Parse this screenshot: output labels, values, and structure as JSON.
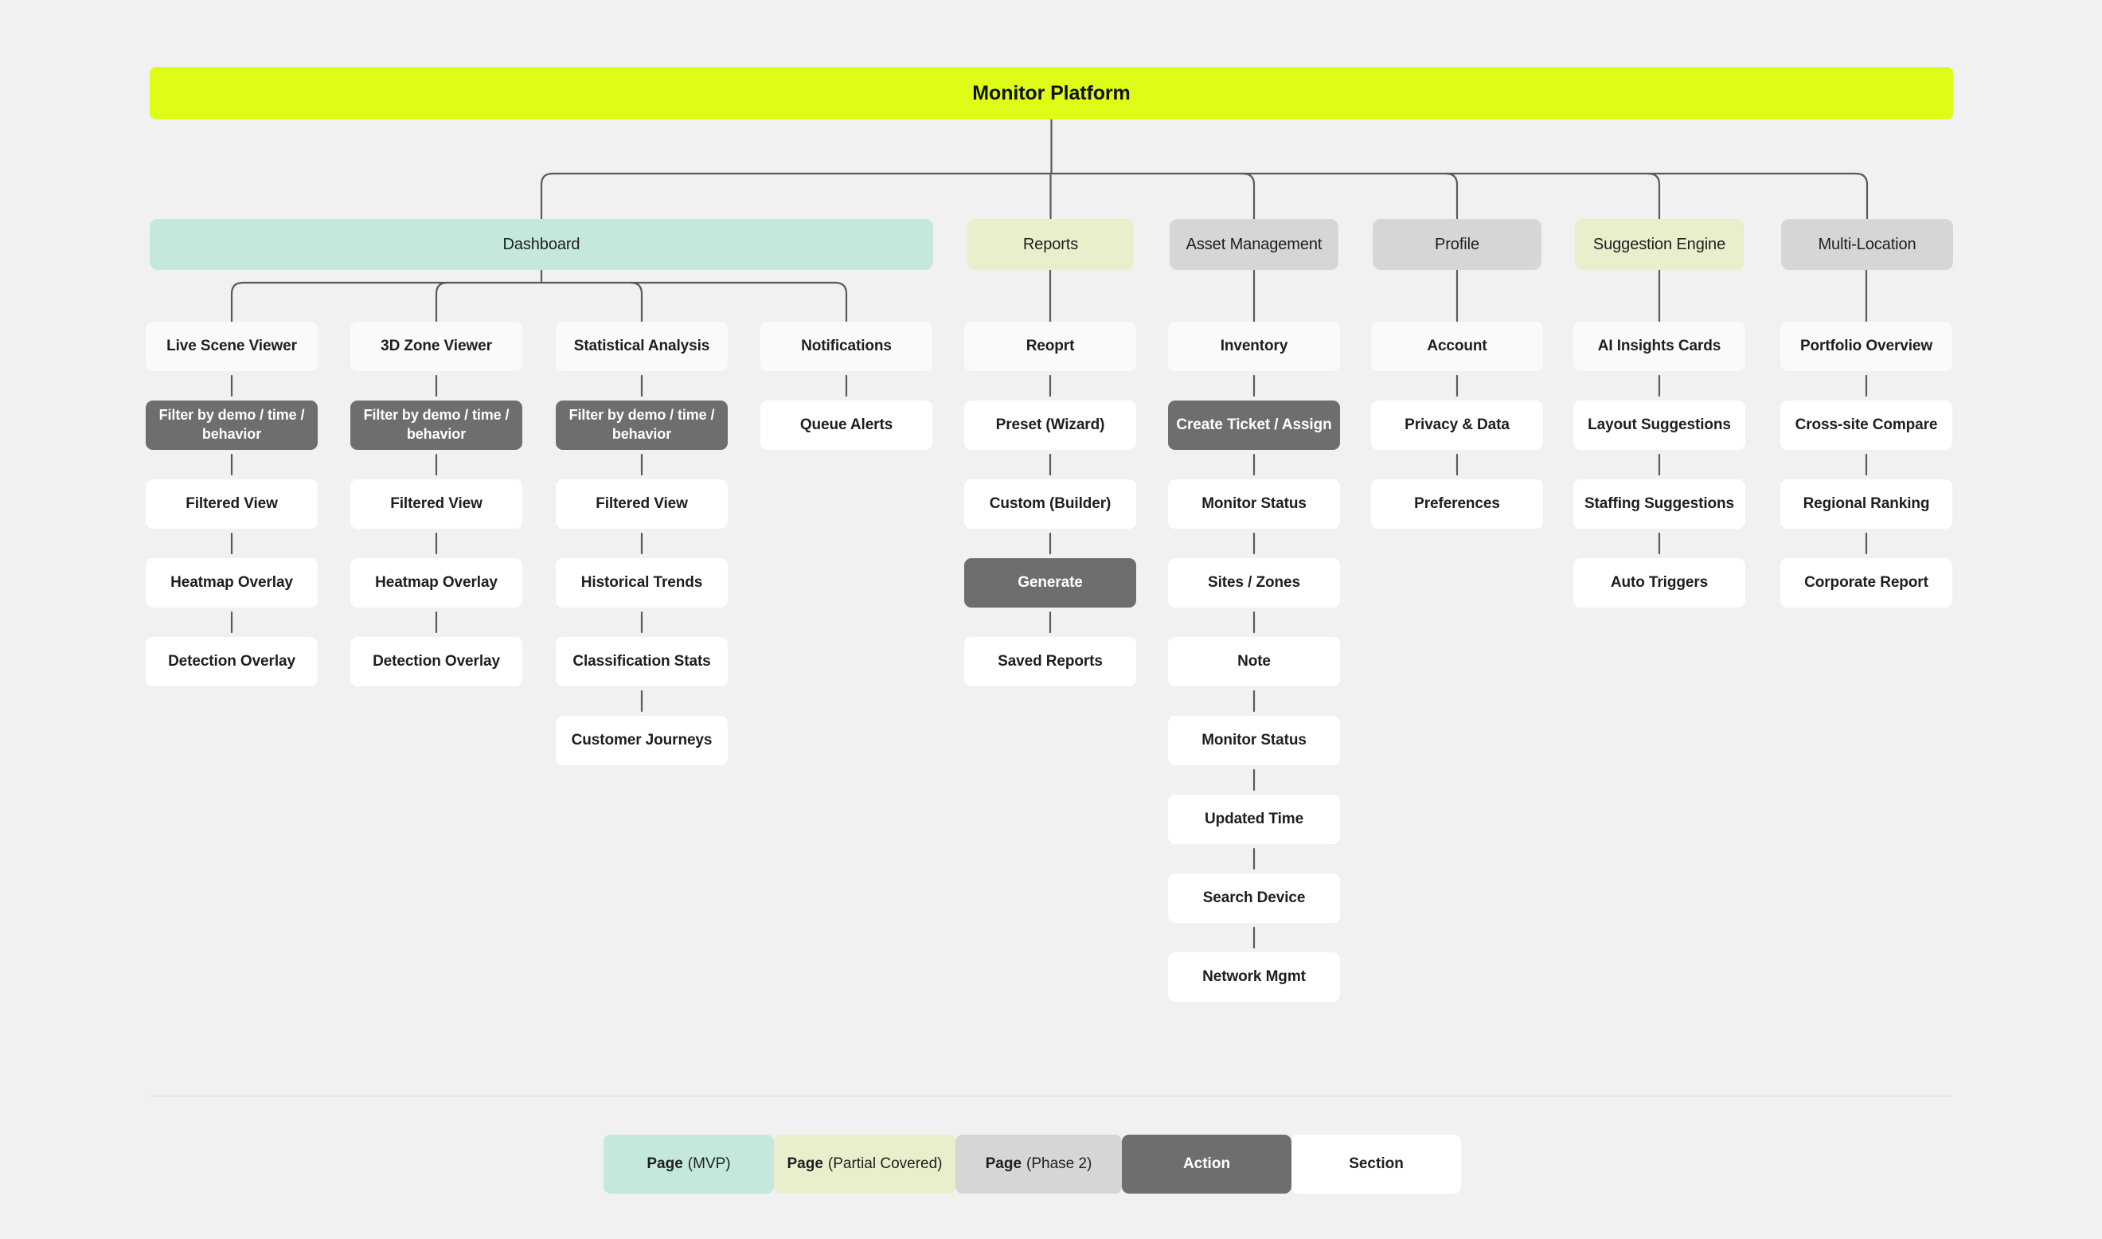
{
  "diagram": {
    "title": "Monitor Platform",
    "root": {
      "label": "Monitor Platform",
      "type": "root"
    },
    "sections": [
      {
        "id": "dashboard",
        "label": "Dashboard",
        "type": "mvp",
        "columns": [
          {
            "id": "live-scene-viewer",
            "items": [
              {
                "label": "Live Scene Viewer",
                "type": "section-card"
              },
              {
                "label": "Filter by demo / time / behavior",
                "type": "action"
              },
              {
                "label": "Filtered View",
                "type": "page"
              },
              {
                "label": "Heatmap Overlay",
                "type": "page"
              },
              {
                "label": "Detection Overlay",
                "type": "page"
              }
            ]
          },
          {
            "id": "3d-zone-viewer",
            "items": [
              {
                "label": "3D Zone Viewer",
                "type": "section-card"
              },
              {
                "label": "Filter by demo / time / behavior",
                "type": "action"
              },
              {
                "label": "Filtered View",
                "type": "page"
              },
              {
                "label": "Heatmap Overlay",
                "type": "page"
              },
              {
                "label": "Detection Overlay",
                "type": "page"
              }
            ]
          },
          {
            "id": "statistical-analysis",
            "items": [
              {
                "label": "Statistical Analysis",
                "type": "section-card"
              },
              {
                "label": "Filter by demo / time / behavior",
                "type": "action"
              },
              {
                "label": "Filtered View",
                "type": "page"
              },
              {
                "label": "Historical Trends",
                "type": "page"
              },
              {
                "label": "Classification Stats",
                "type": "page"
              },
              {
                "label": "Customer Journeys",
                "type": "page"
              }
            ]
          },
          {
            "id": "notifications",
            "items": [
              {
                "label": "Notifications",
                "type": "section-card"
              },
              {
                "label": "Queue Alerts",
                "type": "page"
              }
            ]
          }
        ]
      },
      {
        "id": "reports",
        "label": "Reports",
        "type": "partial",
        "columns": [
          {
            "id": "reports-flow",
            "items": [
              {
                "label": "Reoprt",
                "type": "section-card"
              },
              {
                "label": "Preset (Wizard)",
                "type": "page"
              },
              {
                "label": "Custom (Builder)",
                "type": "page"
              },
              {
                "label": "Generate",
                "type": "action"
              },
              {
                "label": "Saved Reports",
                "type": "page"
              }
            ]
          }
        ]
      },
      {
        "id": "asset-management",
        "label": "Asset Management",
        "type": "phase2",
        "columns": [
          {
            "id": "asset-flow",
            "items": [
              {
                "label": "Inventory",
                "type": "section-card"
              },
              {
                "label": "Create Ticket / Assign",
                "type": "action"
              },
              {
                "label": "Monitor Status",
                "type": "page"
              },
              {
                "label": "Sites / Zones",
                "type": "page"
              },
              {
                "label": "Note",
                "type": "page"
              },
              {
                "label": "Monitor Status",
                "type": "page"
              },
              {
                "label": "Updated Time",
                "type": "page"
              },
              {
                "label": "Search Device",
                "type": "page"
              },
              {
                "label": "Network Mgmt",
                "type": "page"
              }
            ]
          }
        ]
      },
      {
        "id": "profile",
        "label": "Profile",
        "type": "phase2",
        "columns": [
          {
            "id": "profile-flow",
            "items": [
              {
                "label": "Account",
                "type": "section-card"
              },
              {
                "label": "Privacy & Data",
                "type": "page"
              },
              {
                "label": "Preferences",
                "type": "page"
              }
            ]
          }
        ]
      },
      {
        "id": "suggestion-engine",
        "label": "Suggestion Engine",
        "type": "partial",
        "columns": [
          {
            "id": "suggestion-flow",
            "items": [
              {
                "label": "AI Insights Cards",
                "type": "section-card"
              },
              {
                "label": "Layout Suggestions",
                "type": "page"
              },
              {
                "label": "Staffing Suggestions",
                "type": "page"
              },
              {
                "label": "Auto Triggers",
                "type": "page"
              }
            ]
          }
        ]
      },
      {
        "id": "multi-location",
        "label": "Multi-Location",
        "type": "phase2",
        "columns": [
          {
            "id": "multi-location-flow",
            "items": [
              {
                "label": "Portfolio Overview",
                "type": "section-card"
              },
              {
                "label": "Cross-site Compare",
                "type": "page"
              },
              {
                "label": "Regional Ranking",
                "type": "page"
              },
              {
                "label": "Corporate Report",
                "type": "page"
              }
            ]
          }
        ]
      }
    ]
  },
  "legend": {
    "items": [
      {
        "id": "page-mvp",
        "bold": "Page",
        "sub": "(MVP)",
        "color": "#C4E8DD"
      },
      {
        "id": "page-partial",
        "bold": "Page",
        "sub": "(Partial Covered)",
        "color": "#E9EECB"
      },
      {
        "id": "page-phase2",
        "bold": "Page",
        "sub": "(Phase 2)",
        "color": "#D6D6D6"
      },
      {
        "id": "action",
        "bold": "Action",
        "sub": "",
        "color": "#6E6E6E"
      },
      {
        "id": "section",
        "bold": "Section",
        "sub": "",
        "color": "#FFFFFF"
      }
    ]
  },
  "colors": {
    "background": "#F1F1F1",
    "root_banner": "#DEFC16",
    "mvp": "#C4E8DD",
    "partial": "#E9EECB",
    "phase2": "#D6D6D6",
    "action": "#6E6E6E",
    "card": "#FFFFFF",
    "wire": "#5A5A5A",
    "separator": "#DCDCDC"
  }
}
